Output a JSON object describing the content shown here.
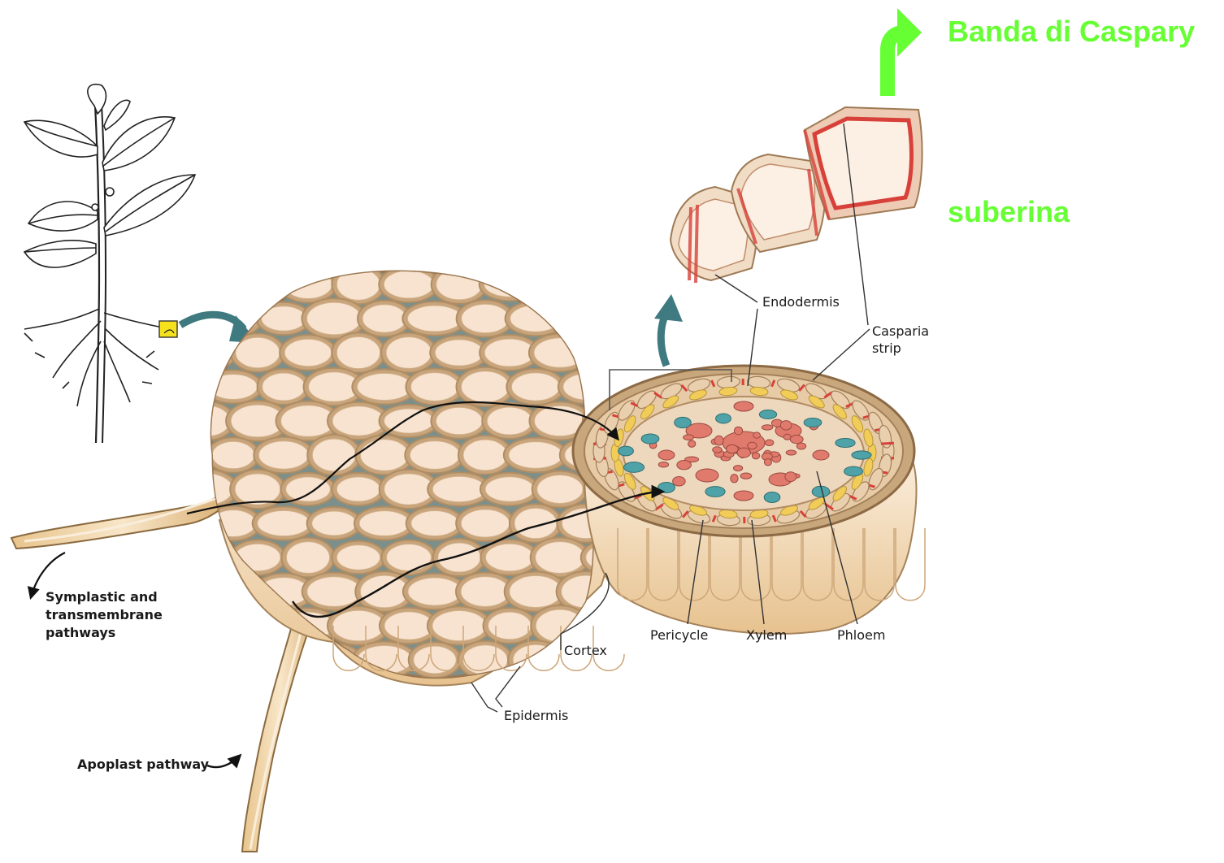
{
  "overlay": {
    "title": "Banda di Caspary",
    "subtitle": "suberina"
  },
  "labels": {
    "endodermis": "Endodermis",
    "casparian_1": "Casparia",
    "casparian_2": "strip",
    "pericycle": "Pericycle",
    "xylem": "Xylem",
    "phloem": "Phloem",
    "cortex": "Cortex",
    "epidermis": "Epidermis",
    "symplastic_1": "Symplastic and",
    "symplastic_2": "transmembrane",
    "symplastic_3": "pathways",
    "apoplast": "Apoplast pathway"
  },
  "colors": {
    "overlay_green": "#66ff33",
    "cell_fill": "#f7e3cf",
    "cell_wall": "#b08d63",
    "intercellular": "#a9b8b2",
    "epidermis": "#f2d9b0",
    "xylem": "#e07a6c",
    "phloem": "#4fa3a8",
    "pericycle": "#f2cc58",
    "casparian": "#d8413a",
    "arrow_teal": "#3f7a80"
  }
}
